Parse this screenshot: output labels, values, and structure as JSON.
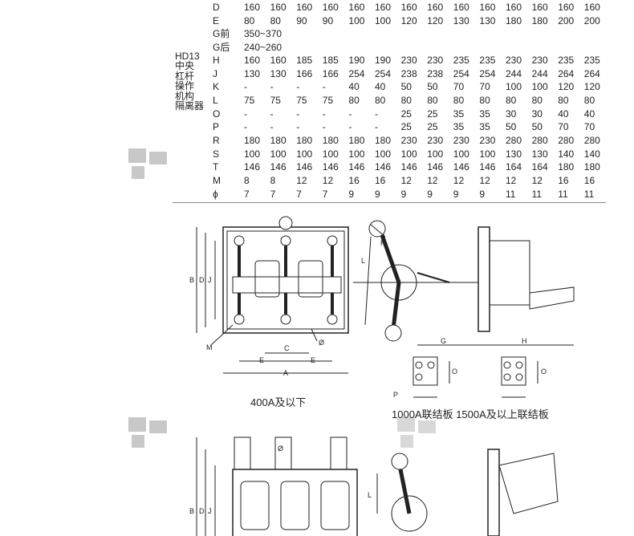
{
  "table": {
    "group_label": [
      "HD13",
      "中央",
      "杠杆",
      "操作",
      "机构",
      "隔离器"
    ],
    "rows": [
      {
        "label": "D",
        "values": [
          "160",
          "160",
          "160",
          "160",
          "160",
          "160",
          "160",
          "160",
          "160",
          "160",
          "160",
          "160",
          "160",
          "160"
        ]
      },
      {
        "label": "E",
        "values": [
          "80",
          "80",
          "90",
          "90",
          "100",
          "100",
          "120",
          "120",
          "130",
          "130",
          "180",
          "180",
          "200",
          "200"
        ]
      },
      {
        "label": "G前",
        "values": [
          "350~370"
        ]
      },
      {
        "label": "G后",
        "values": [
          "240~260"
        ]
      },
      {
        "label": "H",
        "values": [
          "160",
          "160",
          "185",
          "185",
          "190",
          "190",
          "230",
          "230",
          "235",
          "235",
          "230",
          "230",
          "235",
          "235"
        ]
      },
      {
        "label": "J",
        "values": [
          "130",
          "130",
          "166",
          "166",
          "254",
          "254",
          "238",
          "238",
          "254",
          "254",
          "244",
          "244",
          "264",
          "264"
        ]
      },
      {
        "label": "K",
        "values": [
          "-",
          "-",
          "-",
          "-",
          "40",
          "40",
          "50",
          "50",
          "70",
          "70",
          "100",
          "100",
          "120",
          "120"
        ]
      },
      {
        "label": "L",
        "values": [
          "75",
          "75",
          "75",
          "75",
          "80",
          "80",
          "80",
          "80",
          "80",
          "80",
          "80",
          "80",
          "80",
          "80"
        ]
      },
      {
        "label": "O",
        "values": [
          "-",
          "-",
          "-",
          "-",
          "-",
          "-",
          "25",
          "25",
          "35",
          "35",
          "30",
          "30",
          "40",
          "40"
        ]
      },
      {
        "label": "P",
        "values": [
          "-",
          "-",
          "-",
          "-",
          "-",
          "-",
          "25",
          "25",
          "35",
          "35",
          "50",
          "50",
          "70",
          "70"
        ]
      },
      {
        "label": "R",
        "values": [
          "180",
          "180",
          "180",
          "180",
          "180",
          "180",
          "230",
          "230",
          "230",
          "230",
          "280",
          "280",
          "280",
          "280"
        ]
      },
      {
        "label": "S",
        "values": [
          "100",
          "100",
          "100",
          "100",
          "100",
          "100",
          "100",
          "100",
          "100",
          "100",
          "130",
          "130",
          "140",
          "140"
        ]
      },
      {
        "label": "T",
        "values": [
          "146",
          "146",
          "146",
          "146",
          "146",
          "146",
          "146",
          "146",
          "146",
          "146",
          "164",
          "164",
          "180",
          "180"
        ]
      },
      {
        "label": "M",
        "values": [
          "8",
          "8",
          "12",
          "12",
          "16",
          "16",
          "12",
          "12",
          "12",
          "12",
          "12",
          "12",
          "16",
          "16"
        ]
      },
      {
        "label": "ϕ",
        "values": [
          "7",
          "7",
          "7",
          "7",
          "9",
          "9",
          "9",
          "9",
          "9",
          "9",
          "11",
          "11",
          "11",
          "11"
        ]
      }
    ]
  },
  "captions": {
    "small": "400A及以下",
    "link_plates": "1000A联结板  1500A及以上联结板"
  },
  "drawing_labels": {
    "front": [
      "B",
      "D",
      "J",
      "M",
      "C",
      "E",
      "A",
      "Ø"
    ],
    "side": [
      "L",
      "R",
      "G",
      "H"
    ],
    "plates": [
      "O",
      "P",
      "O"
    ],
    "lower_front": [
      "B",
      "D",
      "J",
      "Ø"
    ],
    "lower_side": [
      "L"
    ]
  }
}
